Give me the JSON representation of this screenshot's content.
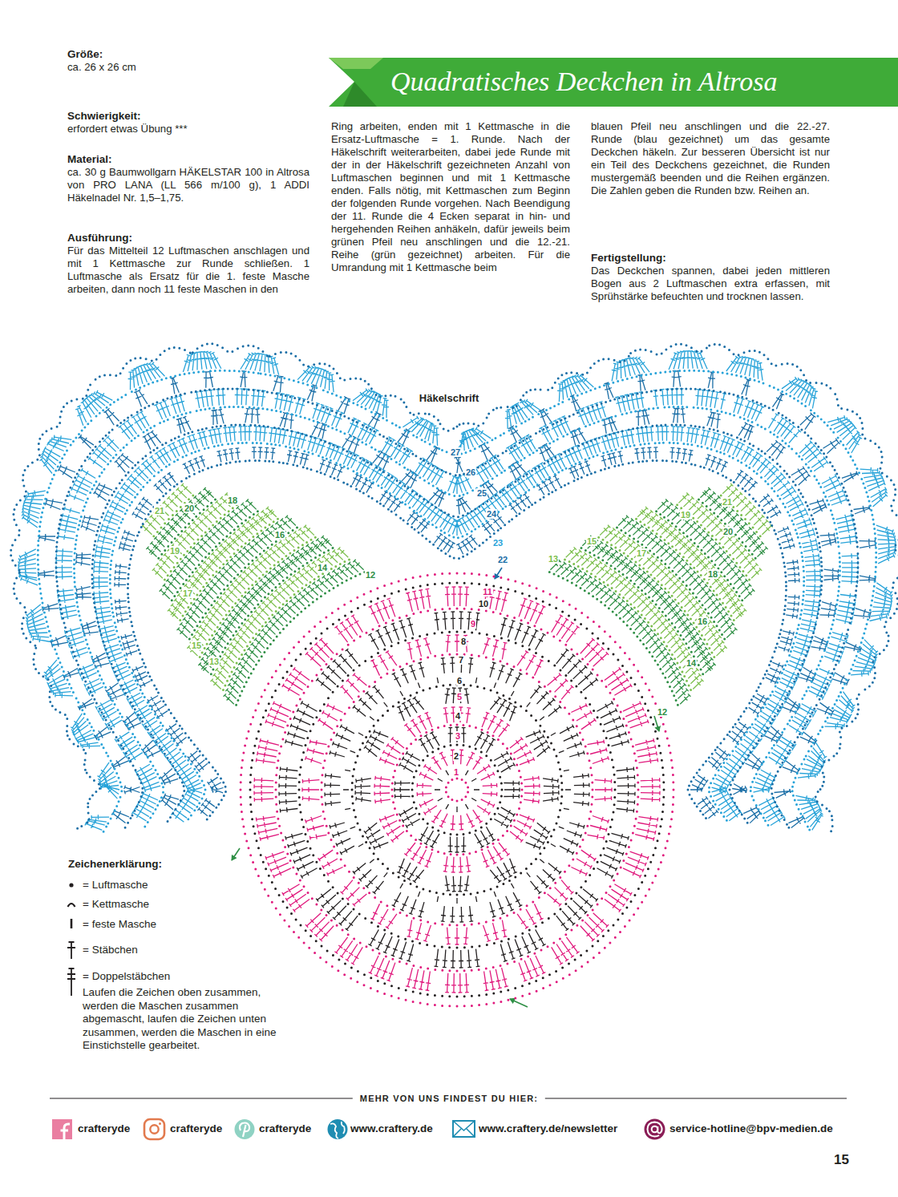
{
  "diagram": {
    "title": "Quadratisches Deckchen in Altrosa",
    "labels": [
      "Größe:",
      "ca. 26 x 26 cm",
      "Schwierigkeit:",
      "erfordert etwas Übung ***",
      "Material:",
      "ca. 30 g Baumwollgarn HÄKELSTAR 100 in Altrosa von PRO LANA (LL 566 m/100 g), 1 ADDI Häkelnadel Nr. 1,5–1,75.",
      "Ausführung:",
      "Für das Mittelteil 12 Luftmaschen anschlagen und mit 1 Kettmasche zur Runde schließen. 1 Luftmasche als Ersatz für die 1. feste Masche arbeiten, dann noch 11 feste Maschen in den",
      "Ring arbeiten, enden mit 1 Kettmasche in die Ersatz-Luftmasche = 1. Runde. Nach der Häkelschrift weiterarbeiten, dabei jede Runde mit der in der Häkelschrift gezeichneten Anzahl von Luftmaschen beginnen und mit 1 Kettmasche enden. Falls nötig, mit Kettmaschen zum Beginn der folgenden Runde vorgehen. Nach Beendigung der 11. Runde die 4 Ecken separat in hin- und hergehenden Reihen anhäkeln, dafür jeweils beim grünen Pfeil neu anschlingen und die 12.-21. Reihe (grün gezeichnet) arbeiten. Für die Umrandung mit 1 Kettmasche beim",
      "blauen Pfeil neu anschlingen und die 22.-27. Runde (blau gezeichnet) um das gesamte Deckchen häkeln. Zur besseren Übersicht ist nur ein Teil des Deckchens gezeichnet, die Runden mustergemäß beenden und die Reihen ergänzen. Die Zahlen geben die Runden bzw. Reihen an.",
      "Fertigstellung:",
      "Das Deckchen spannen, dabei jeden mittleren Bogen aus 2 Luftmaschen extra erfassen, mit Sprühstärke befeuchten und trocknen lassen.",
      "Häkelschrift",
      "27",
      "26",
      "25",
      "24",
      "23",
      "22",
      "11",
      "10",
      "9",
      "8",
      "7",
      "6",
      "5",
      "4",
      "3",
      "2",
      "1",
      "21",
      "20",
      "19",
      "18",
      "17",
      "16",
      "15",
      "14",
      "13",
      "12",
      "21",
      "20",
      "19",
      "18",
      "17",
      "16",
      "15",
      "14",
      "13",
      "12",
      "Zeichenerklärung:",
      "Laufen die Zeichen oben zusammen, werden die Maschen zusammen abgemascht, laufen die Zeichen unten zusammen, werden die Maschen in eine Einstichstelle gearbeitet.",
      "MEHR VON UNS FINDEST DU HIER:",
      "crafteryde",
      "crafteryde",
      "crafteryde",
      "www.craftery.de",
      "www.craftery.de/newsletter",
      "service-hotline@bpv-medien.de",
      "15"
    ],
    "legend": [
      {
        "text": "= Luftmasche"
      },
      {
        "text": "= Kettmasche"
      },
      {
        "text": "= feste Masche"
      },
      {
        "text": "= Stäbchen"
      },
      {
        "text": "= Doppelstäbchen"
      }
    ]
  }
}
